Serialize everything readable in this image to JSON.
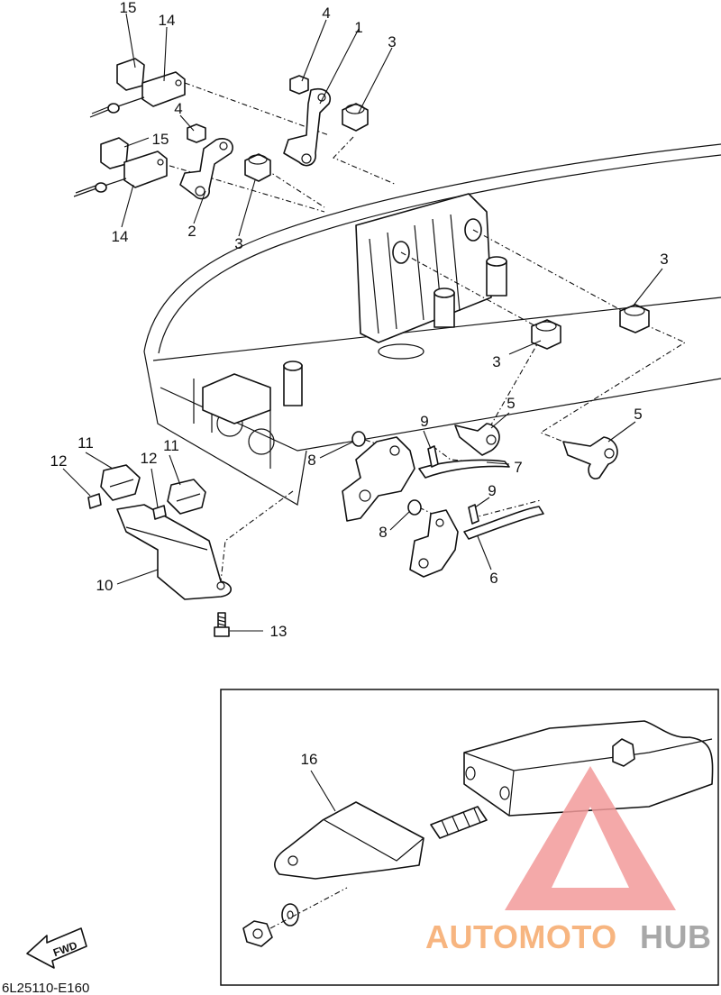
{
  "diagram_code": "6L25110-E160",
  "fwd_label": "FWD",
  "watermark": {
    "part1": "AUTOMOTO",
    "part2": "HUB",
    "color1": "#f6a96a",
    "color2": "#9a9a9a",
    "logo_color": "#f29a9a"
  },
  "callouts": {
    "c1": "1",
    "c2": "2",
    "c3a": "3",
    "c3b": "3",
    "c3c": "3",
    "c3d": "3",
    "c4a": "4",
    "c4b": "4",
    "c5a": "5",
    "c5b": "5",
    "c6": "6",
    "c7": "7",
    "c8a": "8",
    "c8b": "8",
    "c9a": "9",
    "c9b": "9",
    "c10": "10",
    "c11a": "11",
    "c11b": "11",
    "c12a": "12",
    "c12b": "12",
    "c13": "13",
    "c14a": "14",
    "c14b": "14",
    "c15a": "15",
    "c15b": "15",
    "c16": "16"
  }
}
